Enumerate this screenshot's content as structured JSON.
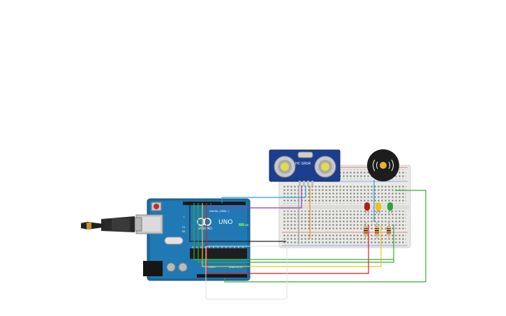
{
  "arduino": {
    "logo_text": "ARDUINO",
    "model": "UNO",
    "digital_label": "DIGITAL (PWM~)",
    "power_label": "POWER",
    "analog_label": "ANALOG IN",
    "on_label": "ON",
    "tx_label": "TX",
    "rx_label": "RX",
    "l_label": "L"
  },
  "sensor": {
    "model_label": "HC-SR04"
  },
  "leds": [
    {
      "color": "#b51c1c"
    },
    {
      "color": "#e8c21a"
    },
    {
      "color": "#2ea33a"
    }
  ],
  "wire_colors": {
    "blue": "#2a9fd6",
    "purple": "#8b3fb8",
    "orange": "#f08a1c",
    "black": "#222222",
    "green": "#3aaa35",
    "yellow": "#f0c419",
    "red": "#d62020",
    "gray": "#9a9a9a"
  }
}
